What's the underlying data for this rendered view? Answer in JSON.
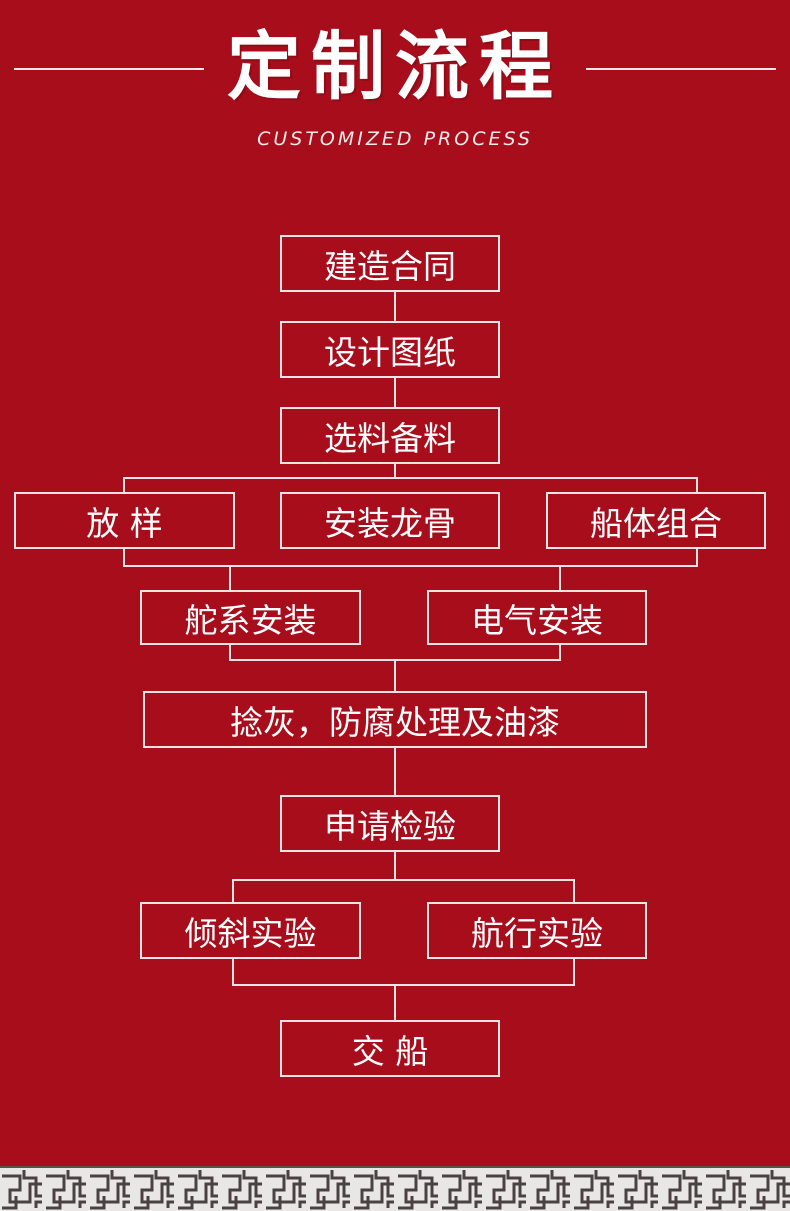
{
  "header": {
    "title": "定制流程",
    "subtitle": "CUSTOMIZED PROCESS"
  },
  "steps": {
    "contract": "建造合同",
    "design": "设计图纸",
    "materials": "选料备料",
    "lofting": "放 样",
    "keel": "安装龙骨",
    "hull": "船体组合",
    "rudder": "舵系安装",
    "electrical": "电气安装",
    "painting": "捻灰，防腐处理及油漆",
    "inspection": "申请检验",
    "incline_test": "倾斜实验",
    "sea_trial": "航行实验",
    "delivery": "交 船"
  },
  "colors": {
    "background": "#a80d1c",
    "line": "#f0e4e4",
    "text": "#ffffff"
  }
}
